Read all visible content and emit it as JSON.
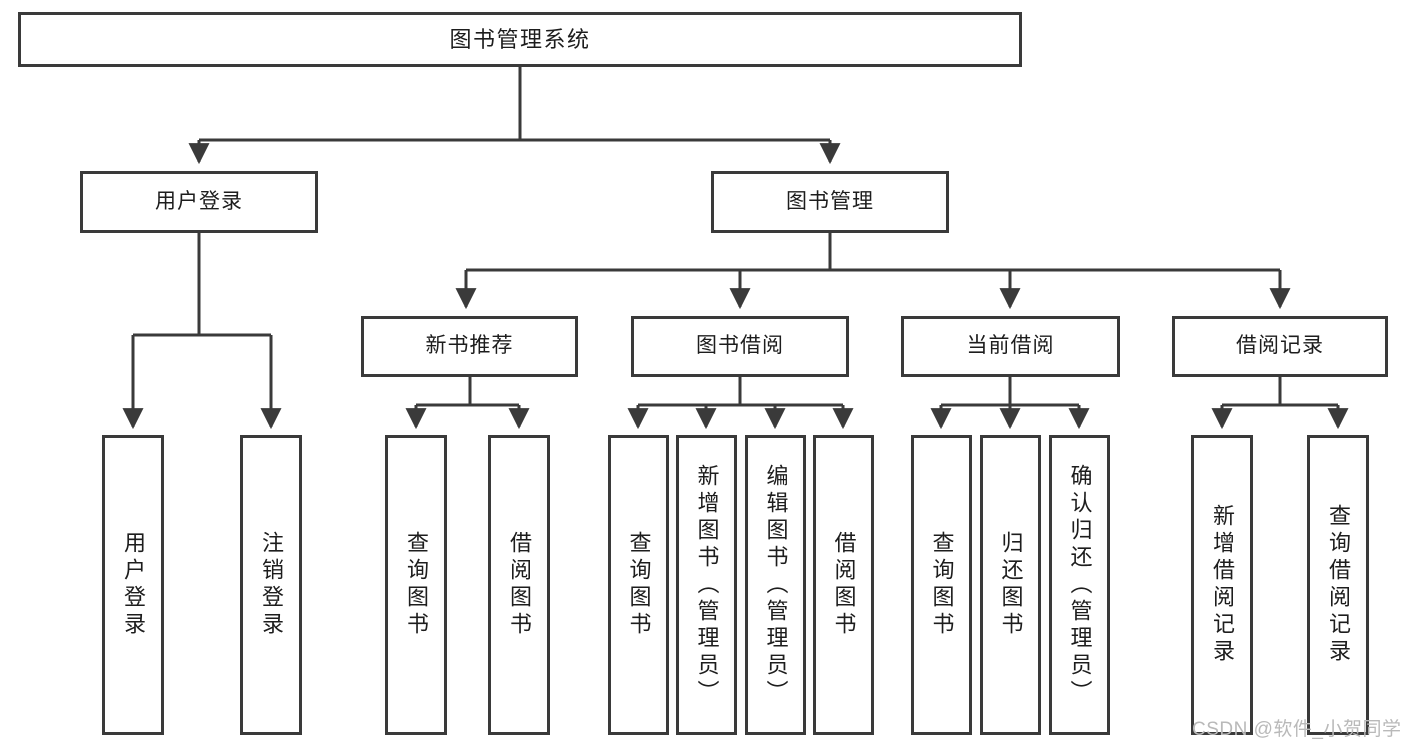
{
  "diagram": {
    "title": "图书管理系统",
    "type": "hierarchy-tree",
    "watermark": "CSDN @软件_小贺同学",
    "colors": {
      "box_border": "#3a3a3a",
      "box_fill": "#ffffff",
      "edge": "#3a3a3a",
      "text": "#1d1d1d",
      "watermark": "#b9b9b9"
    },
    "levels": [
      {
        "level": 1,
        "nodes": [
          {
            "id": "root",
            "label": "图书管理系统",
            "orientation": "horizontal"
          }
        ]
      },
      {
        "level": 2,
        "nodes": [
          {
            "id": "login",
            "label": "用户登录",
            "orientation": "horizontal",
            "parent": "root"
          },
          {
            "id": "bookmgmt",
            "label": "图书管理",
            "orientation": "horizontal",
            "parent": "root"
          }
        ]
      },
      {
        "level": 3,
        "nodes": [
          {
            "id": "newbook",
            "label": "新书推荐",
            "orientation": "horizontal",
            "parent": "bookmgmt"
          },
          {
            "id": "borrow",
            "label": "图书借阅",
            "orientation": "horizontal",
            "parent": "bookmgmt"
          },
          {
            "id": "current",
            "label": "当前借阅",
            "orientation": "horizontal",
            "parent": "bookmgmt"
          },
          {
            "id": "record",
            "label": "借阅记录",
            "orientation": "horizontal",
            "parent": "bookmgmt"
          }
        ]
      },
      {
        "level": 4,
        "nodes": [
          {
            "id": "leaf-user-login",
            "label": "用户登录",
            "orientation": "vertical",
            "parent": "login"
          },
          {
            "id": "leaf-user-logout",
            "label": "注销登录",
            "orientation": "vertical",
            "parent": "login"
          },
          {
            "id": "leaf-newbook-query",
            "label": "查询图书",
            "orientation": "vertical",
            "parent": "newbook"
          },
          {
            "id": "leaf-newbook-borrow",
            "label": "借阅图书",
            "orientation": "vertical",
            "parent": "newbook"
          },
          {
            "id": "leaf-borrow-query",
            "label": "查询图书",
            "orientation": "vertical",
            "parent": "borrow"
          },
          {
            "id": "leaf-borrow-add",
            "label": "新增图书（管理员）",
            "orientation": "vertical",
            "parent": "borrow"
          },
          {
            "id": "leaf-borrow-edit",
            "label": "编辑图书（管理员）",
            "orientation": "vertical",
            "parent": "borrow"
          },
          {
            "id": "leaf-borrow-borrow",
            "label": "借阅图书",
            "orientation": "vertical",
            "parent": "borrow"
          },
          {
            "id": "leaf-current-query",
            "label": "查询图书",
            "orientation": "vertical",
            "parent": "current"
          },
          {
            "id": "leaf-current-return",
            "label": "归还图书",
            "orientation": "vertical",
            "parent": "current"
          },
          {
            "id": "leaf-current-confirm",
            "label": "确认归还（管理员）",
            "orientation": "vertical",
            "parent": "current"
          },
          {
            "id": "leaf-record-add",
            "label": "新增借阅记录",
            "orientation": "vertical",
            "parent": "record"
          },
          {
            "id": "leaf-record-query",
            "label": "查询借阅记录",
            "orientation": "vertical",
            "parent": "record"
          }
        ]
      }
    ]
  }
}
